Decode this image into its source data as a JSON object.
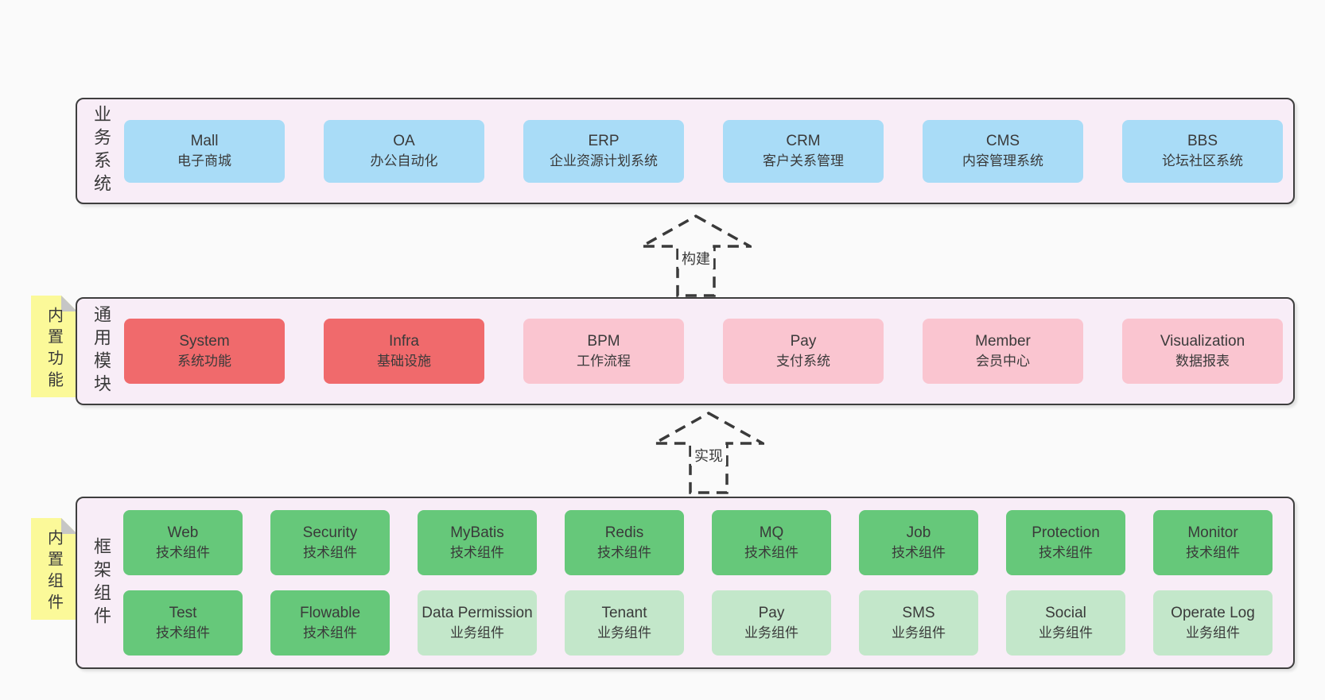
{
  "colors": {
    "page_bg": "#fafafa",
    "band_bg": "#f8edf7",
    "band_border": "#3e3e3e",
    "text": "#3a3a3a",
    "blue": "#a9dcf7",
    "red": "#f06a6c",
    "pink": "#fac5d0",
    "green": "#66c87a",
    "green_light": "#c3e7ca",
    "note_yellow": "#fbf999",
    "note_fold": "#c6c6c6",
    "arrow": "#3a3a3a"
  },
  "arrows": [
    {
      "label": "构建"
    },
    {
      "label": "实现"
    }
  ],
  "bands": [
    {
      "label": "业务系统",
      "note": null,
      "rows": [
        [
          {
            "name": "Mall",
            "desc": "电子商城",
            "variant": "blue"
          },
          {
            "name": "OA",
            "desc": "办公自动化",
            "variant": "blue"
          },
          {
            "name": "ERP",
            "desc": "企业资源计划系统",
            "variant": "blue"
          },
          {
            "name": "CRM",
            "desc": "客户关系管理",
            "variant": "blue"
          },
          {
            "name": "CMS",
            "desc": "内容管理系统",
            "variant": "blue"
          },
          {
            "name": "BBS",
            "desc": "论坛社区系统",
            "variant": "blue"
          }
        ]
      ]
    },
    {
      "label": "通用模块",
      "note": "内置功能",
      "rows": [
        [
          {
            "name": "System",
            "desc": "系统功能",
            "variant": "red"
          },
          {
            "name": "Infra",
            "desc": "基础设施",
            "variant": "red"
          },
          {
            "name": "BPM",
            "desc": "工作流程",
            "variant": "pink"
          },
          {
            "name": "Pay",
            "desc": "支付系统",
            "variant": "pink"
          },
          {
            "name": "Member",
            "desc": "会员中心",
            "variant": "pink"
          },
          {
            "name": "Visualization",
            "desc": "数据报表",
            "variant": "pink"
          }
        ]
      ]
    },
    {
      "label": "框架组件",
      "note": "内置组件",
      "rows": [
        [
          {
            "name": "Web",
            "desc": "技术组件",
            "variant": "green"
          },
          {
            "name": "Security",
            "desc": "技术组件",
            "variant": "green"
          },
          {
            "name": "MyBatis",
            "desc": "技术组件",
            "variant": "green"
          },
          {
            "name": "Redis",
            "desc": "技术组件",
            "variant": "green"
          },
          {
            "name": "MQ",
            "desc": "技术组件",
            "variant": "green"
          },
          {
            "name": "Job",
            "desc": "技术组件",
            "variant": "green"
          },
          {
            "name": "Protection",
            "desc": "技术组件",
            "variant": "green"
          },
          {
            "name": "Monitor",
            "desc": "技术组件",
            "variant": "green"
          }
        ],
        [
          {
            "name": "Test",
            "desc": "技术组件",
            "variant": "green"
          },
          {
            "name": "Flowable",
            "desc": "技术组件",
            "variant": "green"
          },
          {
            "name": "Data Permission",
            "desc": "业务组件",
            "variant": "green-light"
          },
          {
            "name": "Tenant",
            "desc": "业务组件",
            "variant": "green-light"
          },
          {
            "name": "Pay",
            "desc": "业务组件",
            "variant": "green-light"
          },
          {
            "name": "SMS",
            "desc": "业务组件",
            "variant": "green-light"
          },
          {
            "name": "Social",
            "desc": "业务组件",
            "variant": "green-light"
          },
          {
            "name": "Operate Log",
            "desc": "业务组件",
            "variant": "green-light"
          }
        ]
      ]
    }
  ]
}
